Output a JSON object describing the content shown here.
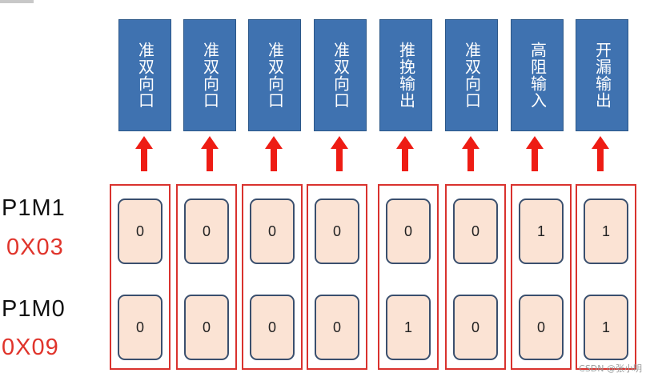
{
  "columns": [
    {
      "mode": "准双向口",
      "p1m1": "0",
      "p1m0": "0"
    },
    {
      "mode": "准双向口",
      "p1m1": "0",
      "p1m0": "0"
    },
    {
      "mode": "准双向口",
      "p1m1": "0",
      "p1m0": "0"
    },
    {
      "mode": "准双向口",
      "p1m1": "0",
      "p1m0": "0"
    },
    {
      "mode": "推挽输出",
      "p1m1": "0",
      "p1m0": "1"
    },
    {
      "mode": "准双向口",
      "p1m1": "0",
      "p1m0": "0"
    },
    {
      "mode": "高阻输入",
      "p1m1": "1",
      "p1m0": "0"
    },
    {
      "mode": "开漏输出",
      "p1m1": "1",
      "p1m0": "1"
    }
  ],
  "registers": {
    "p1m1": {
      "name": "P1M1",
      "value": "0X03"
    },
    "p1m0": {
      "name": "P1M0",
      "value": "0X09"
    }
  },
  "colors": {
    "mode_box": "#3f72b0",
    "arrow": "#ee1c14",
    "frame": "#d9322e",
    "cell_fill": "#fbe3d4",
    "hex_value": "#e0342b"
  },
  "watermark": "CSDN @张小明"
}
